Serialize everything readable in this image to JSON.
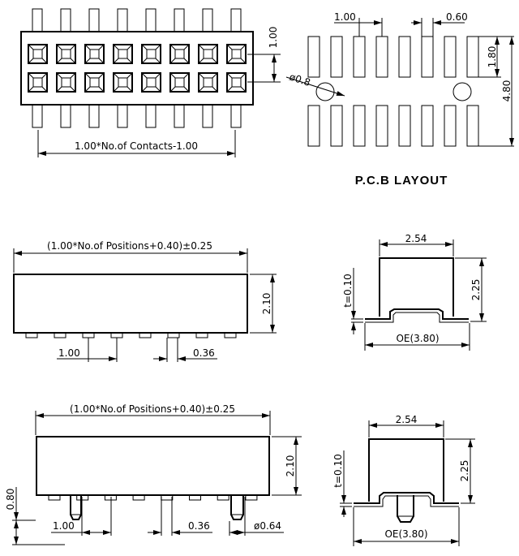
{
  "top_view": {
    "row_pitch_label": "1.00",
    "length_label": "1.00*No.of Contacts-1.00",
    "contacts_per_row": 8
  },
  "pcb_layout": {
    "title": "P.C.B LAYOUT",
    "pitch_label": "1.00",
    "pad_width_label": "0.60",
    "pad_length_label": "1.80",
    "total_length_label": "4.80",
    "hole_label": "ø0.8",
    "pads_per_row": 8
  },
  "side_view_1": {
    "length_label": "(1.00*No.of Positions+0.40)±0.25",
    "height_label": "2.10",
    "pitch_label": "1.00",
    "lead_width_label": "0.36"
  },
  "end_view_1": {
    "width_label": "2.54",
    "height_label": "2.25",
    "thickness_label": "t=0.10",
    "span_label": "OE(3.80)"
  },
  "side_view_2": {
    "length_label": "(1.00*No.of Positions+0.40)±0.25",
    "height_label": "2.10",
    "post_length_label": "0.80",
    "pitch_label": "1.00",
    "lead_width_label": "0.36",
    "post_diameter_label": "ø0.64"
  },
  "end_view_2": {
    "width_label": "2.54",
    "height_label": "2.25",
    "thickness_label": "t=0.10",
    "span_label": "OE(3.80)"
  }
}
